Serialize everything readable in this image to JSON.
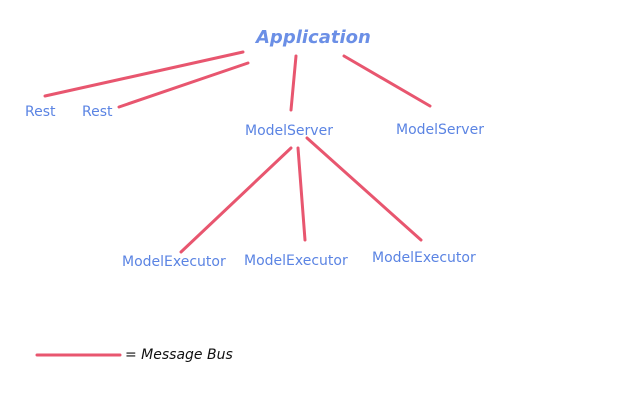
{
  "diagram": {
    "root": "Application",
    "nodes": {
      "rest_1": "Rest",
      "rest_2": "Rest",
      "model_server_1": "ModelServer",
      "model_server_2": "ModelServer",
      "model_executor_1": "ModelExecutor",
      "model_executor_2": "ModelExecutor",
      "model_executor_3": "ModelExecutor"
    },
    "edges": [
      {
        "from": "Application",
        "to": "rest_1"
      },
      {
        "from": "Application",
        "to": "rest_2"
      },
      {
        "from": "Application",
        "to": "model_server_1"
      },
      {
        "from": "Application",
        "to": "model_server_2"
      },
      {
        "from": "model_server_1",
        "to": "model_executor_1"
      },
      {
        "from": "model_server_1",
        "to": "model_executor_2"
      },
      {
        "from": "model_server_1",
        "to": "model_executor_3"
      }
    ],
    "colors": {
      "edge": "#e8566f",
      "node_text": "#5b84e3",
      "title_text": "#6b8fe6"
    }
  },
  "legend": {
    "label": "= Message Bus"
  }
}
